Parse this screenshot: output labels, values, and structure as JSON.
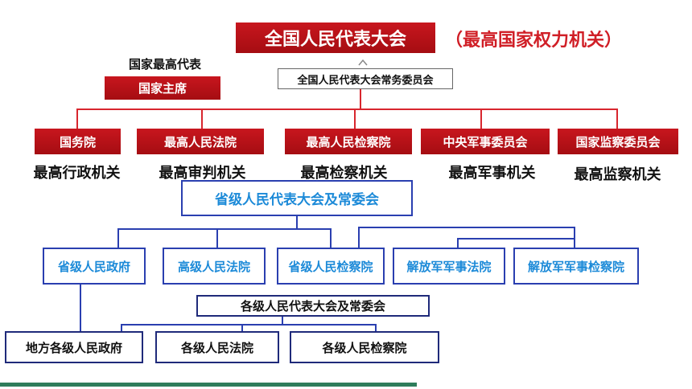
{
  "top": {
    "npc": "全国人民代表大会",
    "npc_note": "（最高国家权力机关）",
    "standing_committee": "全国人民代表大会常务委员会",
    "head_caption": "国家最高代表",
    "president": "国家主席"
  },
  "central_organs": [
    {
      "name": "国务院",
      "role": "最高行政机关"
    },
    {
      "name": "最高人民法院",
      "role": "最高审判机关"
    },
    {
      "name": "最高人民检察院",
      "role": "最高检察机关"
    },
    {
      "name": "中央军事委员会",
      "role": "最高军事机关"
    },
    {
      "name": "国家监察委员会",
      "role": "最高监察机关"
    }
  ],
  "provincial": {
    "congress": "省级人民代表大会及常委会",
    "organs": [
      "省级人民政府",
      "高级人民法院",
      "省级人民检察院",
      "解放军军事法院",
      "解放军军事检察院"
    ]
  },
  "local": {
    "congress": "各级人民代表大会及常委会",
    "organs": [
      "地方各级人民政府",
      "各级人民法院",
      "各级人民检察院"
    ]
  },
  "colors": {
    "red": "#c8161e",
    "blue_border": "#2a3fb0",
    "blue_text": "#1c8ad8",
    "footer": "#2e7d5b"
  }
}
